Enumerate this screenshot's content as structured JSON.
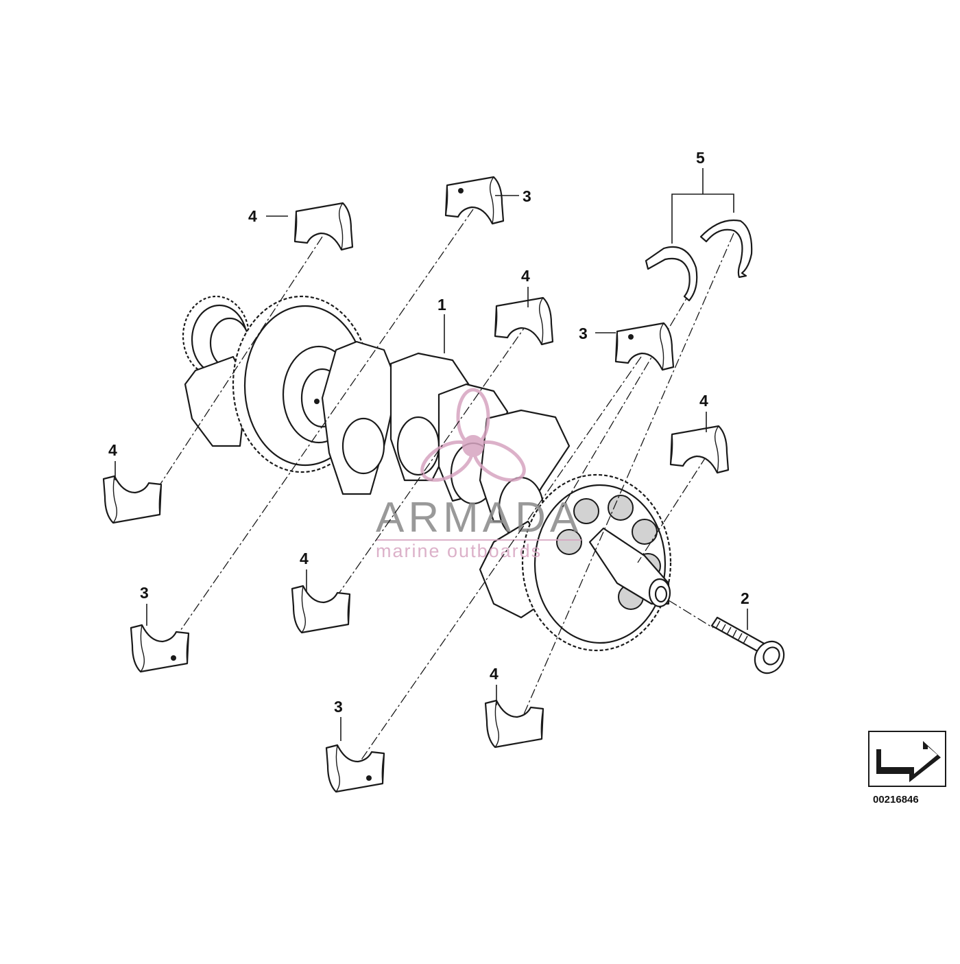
{
  "diagram": {
    "callouts": {
      "c1": "1",
      "c2": "2",
      "c3": "3",
      "c4": "4",
      "c5": "5"
    },
    "reference_number": "00216846"
  },
  "watermark": {
    "brand": "ARMADA",
    "tagline": "marine outboards",
    "accent_color": "#d6a4c0"
  },
  "icons": {
    "orientation": "arrow-icon",
    "watermark_logo": "propeller-icon"
  }
}
